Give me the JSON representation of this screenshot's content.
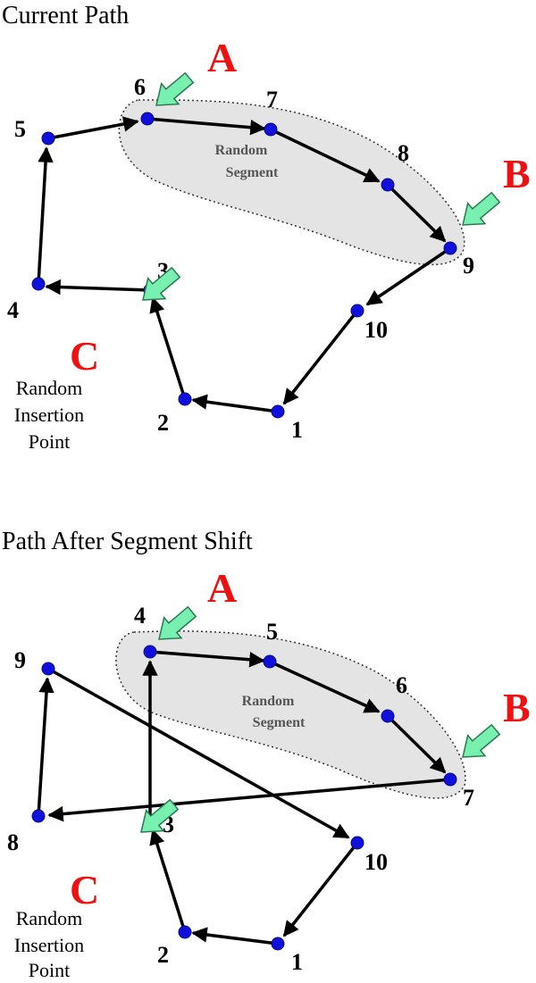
{
  "panels": [
    {
      "title": "Current Path",
      "segment_label_line1": "Random",
      "segment_label_line2": "Segment",
      "insertion_label": [
        "Random",
        "Insertion",
        "Point"
      ],
      "markers": [
        "A",
        "B",
        "C"
      ],
      "node_labels": [
        "6",
        "7",
        "8",
        "9",
        "5",
        "4",
        "3",
        "2",
        "1",
        "10"
      ]
    },
    {
      "title": "Path After Segment Shift",
      "segment_label_line1": "Random",
      "segment_label_line2": "Segment",
      "insertion_label": [
        "Random",
        "Insertion",
        "Point"
      ],
      "markers": [
        "A",
        "B",
        "C"
      ],
      "node_labels": [
        "4",
        "5",
        "6",
        "7",
        "9",
        "8",
        "3",
        "2",
        "1",
        "10"
      ]
    }
  ],
  "colors": {
    "node": "#1010dd",
    "marker_text": "#ee1111",
    "pointer_arrow": "#77f0b0",
    "segment_fill": "#e4e4e4"
  }
}
